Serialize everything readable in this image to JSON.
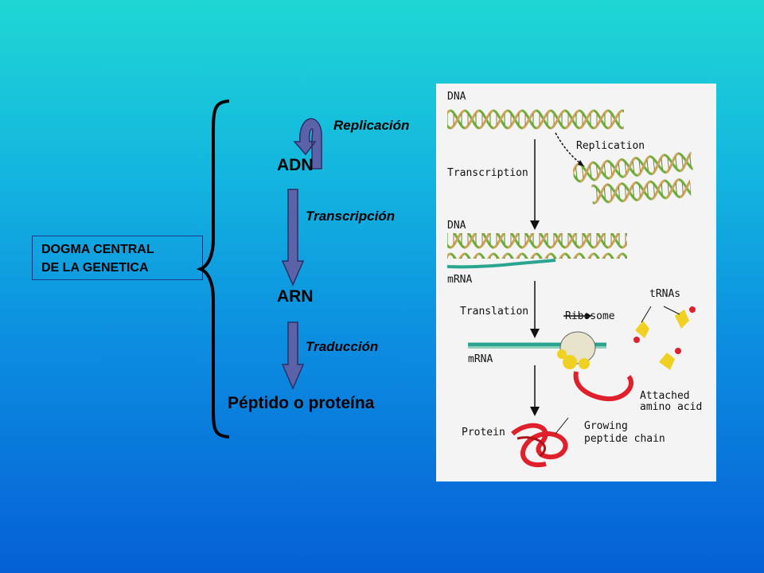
{
  "title": {
    "line1": "DOGMA CENTRAL",
    "line2": "DE LA GENETICA"
  },
  "flow": {
    "adn": "ADN",
    "replication": "Replicación",
    "transcription": "Transcripción",
    "arn": "ARN",
    "translation": "Traducción",
    "protein": "Péptido o proteína"
  },
  "figure": {
    "dna_top": "DNA",
    "replication": "Replication",
    "transcription": "Transcription",
    "dna_mid": "DNA",
    "mrna_mid": "mRNA",
    "translation": "Translation",
    "ribosome": "Ribosome",
    "trnas": "tRNAs",
    "mrna_low": "mRNA",
    "attached_line1": "Attached",
    "attached_line2": "amino acid",
    "protein": "Protein",
    "growing_line1": "Growing",
    "growing_line2": "peptide chain"
  },
  "colors": {
    "arrow_fill": "#5b62a8",
    "arrow_stroke": "#2a2f66",
    "dna_green": "#6fae3a",
    "dna_tan": "#c9a45a",
    "mrna_teal": "#2aa58f",
    "protein_red": "#e0202a",
    "ribosome_yellow": "#f0d020"
  }
}
